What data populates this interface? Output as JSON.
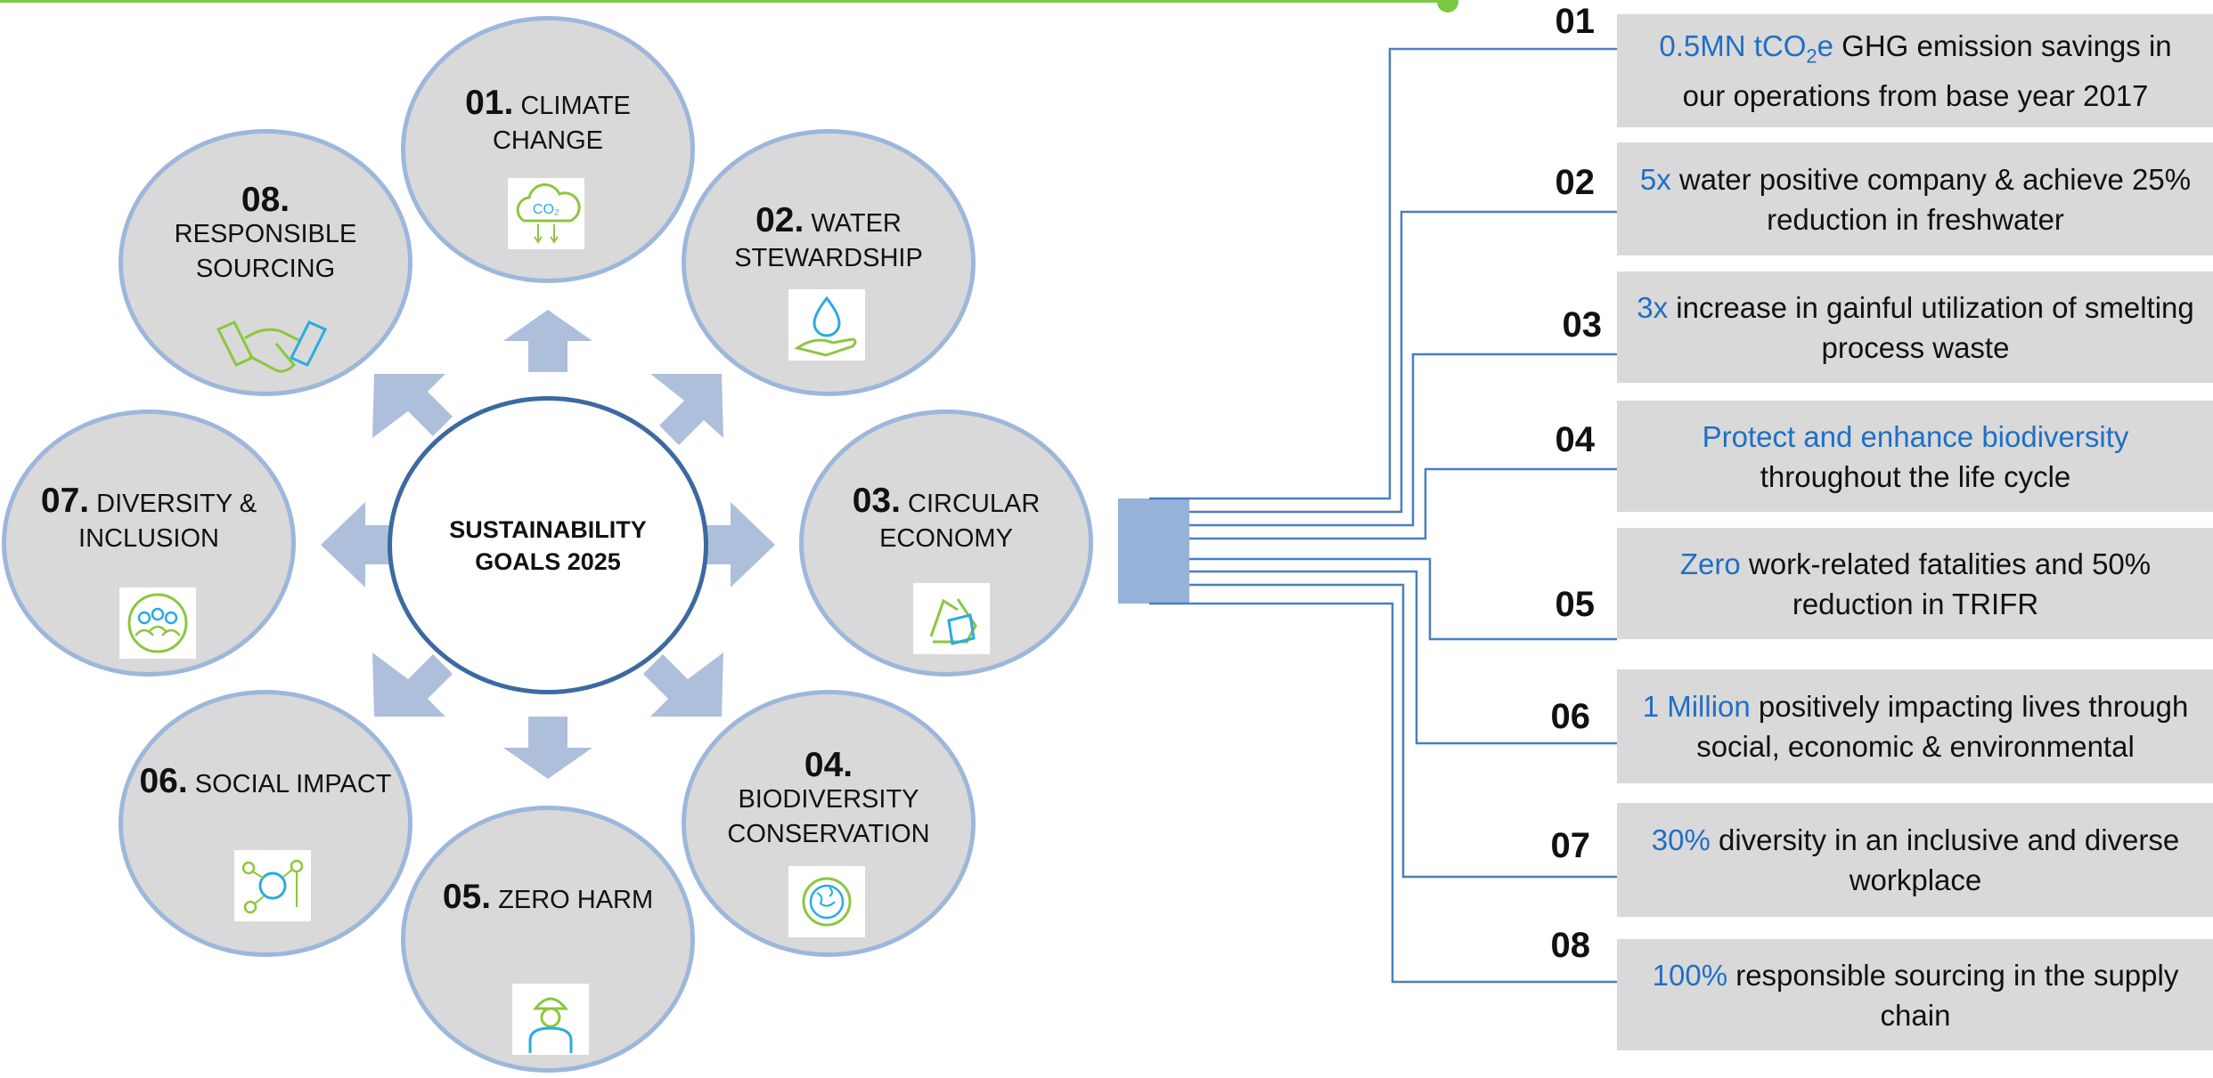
{
  "center": {
    "line1": "SUSTAINABILITY",
    "line2": "GOALS 2025"
  },
  "goals": [
    {
      "num": "01.",
      "title": "CLIMATE CHANGE",
      "icon": "co2-cloud-icon"
    },
    {
      "num": "02.",
      "title": "WATER STEWARDSHIP",
      "icon": "water-drop-hand-icon"
    },
    {
      "num": "03.",
      "title": "CIRCULAR ECONOMY",
      "icon": "recycle-icon"
    },
    {
      "num": "04.",
      "title": "BIODIVERSITY CONSERVATION",
      "icon": "globe-icon"
    },
    {
      "num": "05.",
      "title": "ZERO HARM",
      "icon": "worker-helmet-icon"
    },
    {
      "num": "06.",
      "title": "SOCIAL IMPACT",
      "icon": "network-people-icon"
    },
    {
      "num": "07.",
      "title": "DIVERSITY & INCLUSION",
      "icon": "people-group-icon"
    },
    {
      "num": "08.",
      "title": "RESPONSIBLE SOURCING",
      "icon": "handshake-icon"
    }
  ],
  "targets": [
    {
      "num": "01",
      "highlight": "0.5MN tCO",
      "sub": "2",
      "highlight_after_sub": "e",
      "rest": " GHG emission savings in our operations from base year 2017"
    },
    {
      "num": "02",
      "highlight": "5x",
      "rest": " water positive company & achieve 25% reduction in freshwater"
    },
    {
      "num": "03",
      "highlight": "3x",
      "rest": " increase in gainful utilization of smelting process waste"
    },
    {
      "num": "04",
      "highlight": "Protect and enhance biodiversity",
      "rest": " throughout the life cycle"
    },
    {
      "num": "05",
      "highlight": "Zero",
      "rest": " work-related fatalities and 50% reduction in TRIFR"
    },
    {
      "num": "06",
      "highlight": "1 Million",
      "rest": " positively impacting lives through social, economic & environmental"
    },
    {
      "num": "07",
      "highlight": "30%",
      "rest": " diversity in an inclusive and diverse workplace"
    },
    {
      "num": "08",
      "highlight": "100%",
      "rest": " responsible sourcing in the supply chain"
    }
  ],
  "colors": {
    "circle_fill": "#d9d9d9",
    "circle_border": "#9db7dc",
    "arrow": "#aebfdc",
    "center_border": "#3b6aa0",
    "highlight": "#1f6fc5",
    "connector": "#4a7fc1",
    "top_rule": "#7ac943"
  }
}
